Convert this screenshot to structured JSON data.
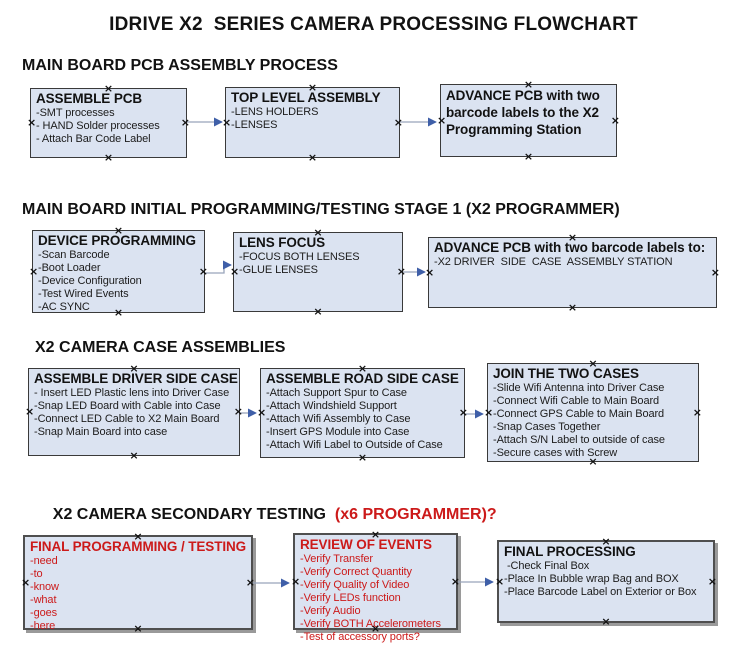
{
  "title": "IDRIVE X2  SERIES CAMERA PROCESSING FLOWCHART",
  "colors": {
    "box_fill": "#dbe3f1",
    "box_border": "#3a3a3a",
    "red": "#cc1a1a",
    "arrow_line": "#99a5bb",
    "arrow_head": "#3f5fa8",
    "shadow": "#9a9a9a"
  },
  "decorations": {
    "connection_point_glyph": "×"
  },
  "sections": [
    {
      "heading": "MAIN BOARD PCB ASSEMBLY PROCESS",
      "boxes": [
        {
          "title": "ASSEMBLE PCB",
          "items": [
            "-SMT processes",
            "- HAND Solder processes",
            "- Attach Bar Code Label"
          ]
        },
        {
          "title": "TOP LEVEL ASSEMBLY",
          "items": [
            "-LENS HOLDERS",
            "-LENSES"
          ]
        },
        {
          "title": "ADVANCE PCB with two barcode labels to the  X2 Programming Station",
          "items": []
        }
      ]
    },
    {
      "heading": "MAIN BOARD INITIAL PROGRAMMING/TESTING STAGE 1 (X2 PROGRAMMER)",
      "boxes": [
        {
          "title": "DEVICE PROGRAMMING",
          "items": [
            "-Scan Barcode",
            "-Boot Loader",
            "-Device Configuration",
            "-Test Wired Events",
            "-AC SYNC"
          ]
        },
        {
          "title": "LENS FOCUS",
          "items": [
            "-FOCUS BOTH LENSES",
            "-GLUE LENSES"
          ]
        },
        {
          "title": "ADVANCE PCB with two barcode labels to:",
          "items": [
            "-X2 DRIVER  SIDE  CASE  ASSEMBLY STATION"
          ]
        }
      ]
    },
    {
      "heading": "X2 CAMERA CASE ASSEMBLIES",
      "boxes": [
        {
          "title": "ASSEMBLE DRIVER SIDE CASE",
          "items": [
            "- Insert LED Plastic lens into Driver Case",
            "-Snap LED Board with Cable into Case",
            "-Connect LED Cable to X2 Main Board",
            "-Snap Main Board into case"
          ]
        },
        {
          "title": "ASSEMBLE ROAD SIDE CASE",
          "items": [
            "-Attach Support Spur to Case",
            "-Attach Windshield Support",
            "-Attach Wifi Assembly to Case",
            "-Insert GPS Module into Case",
            "-Attach Wifi Label to Outside of Case"
          ]
        },
        {
          "title": "JOIN THE TWO CASES",
          "items": [
            "-Slide Wifi Antenna into Driver Case",
            "-Connect Wifi Cable to Main Board",
            "-Connect GPS Cable to Main Board",
            "-Snap Cases Together",
            "-Attach S/N Label to outside of case",
            "-Secure cases with Screw"
          ]
        }
      ]
    },
    {
      "heading": "X2 CAMERA SECONDARY TESTING  ",
      "heading_red": "(x6 PROGRAMMER)?",
      "boxes": [
        {
          "title": "FINAL PROGRAMMING / TESTING",
          "variant": "red",
          "items": [
            "-need",
            "-to",
            "-know",
            "-what",
            "-goes",
            "-here"
          ]
        },
        {
          "title": "REVIEW OF EVENTS",
          "variant": "red",
          "items": [
            "-Verify Transfer",
            "-Verify Correct Quantity",
            "-Verify Quality of Video",
            "-Verify LEDs function",
            "-Verify Audio",
            "-Verify BOTH Accelerometers",
            "-Test of accessory ports?"
          ]
        },
        {
          "title": "FINAL PROCESSING",
          "variant": "black",
          "items": [
            " -Check Final Box",
            "-Place In Bubble wrap Bag and BOX",
            "-Place Barcode Label on Exterior or Box"
          ]
        }
      ]
    }
  ]
}
